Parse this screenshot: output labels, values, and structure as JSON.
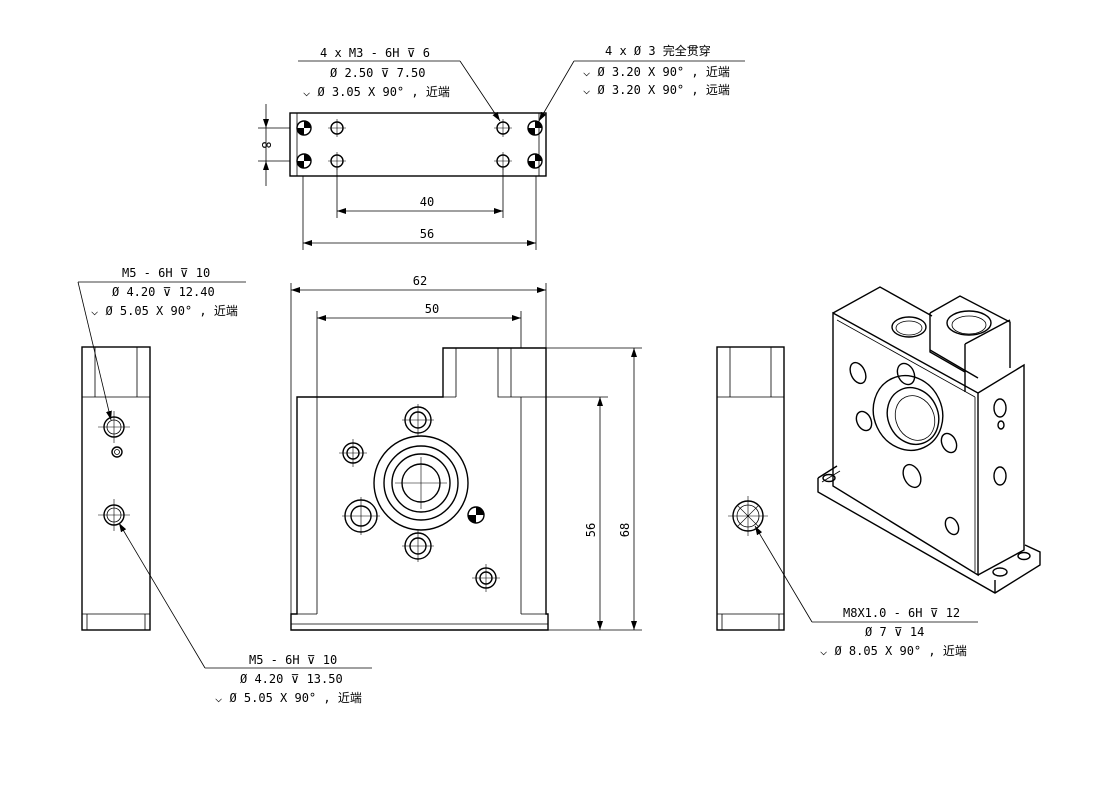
{
  "drawing": {
    "top_view": {
      "callout_left": [
        "4 x  M3 - 6H ⊽ 6",
        "Ø 2.50 ⊽ 7.50",
        "⌵ Ø 3.05 X 90° , 近端"
      ],
      "callout_right": [
        "4 x Ø 3 完全贯穿",
        "⌵ Ø 3.20 X 90° , 近端",
        "⌵ Ø 3.20 X 90° , 远端"
      ],
      "dim_height": "8",
      "dim_inner": "40",
      "dim_outer": "56"
    },
    "front_view": {
      "dim_width": "62",
      "dim_inner": "50",
      "dim_h56": "56",
      "dim_h68": "68"
    },
    "left_view": {
      "callout_top": [
        "M5 - 6H ⊽ 10",
        "Ø 4.20 ⊽ 12.40",
        "⌵ Ø 5.05 X 90° , 近端"
      ],
      "callout_bottom": [
        "M5 - 6H ⊽ 10",
        "Ø 4.20 ⊽ 13.50",
        "⌵ Ø 5.05 X 90° , 近端"
      ]
    },
    "right_view": {
      "callout": [
        "M8X1.0 - 6H ⊽ 12",
        "Ø 7 ⊽ 14",
        "⌵ Ø 8.05 X 90° , 近端"
      ]
    }
  }
}
